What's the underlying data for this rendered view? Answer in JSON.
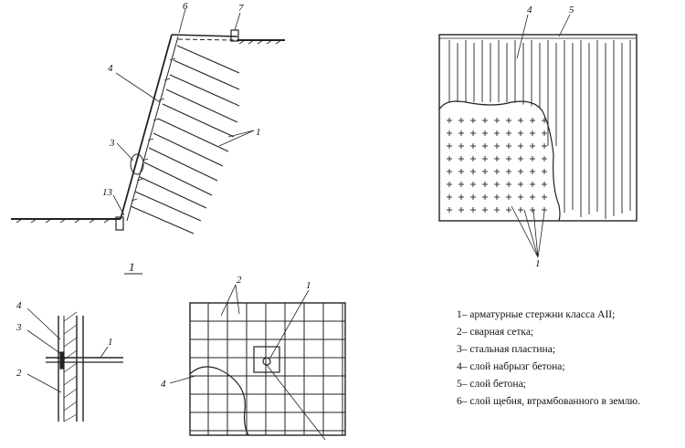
{
  "diagram": {
    "callouts": {
      "slope": {
        "n1": "1",
        "n3": "3",
        "n4": "4",
        "n6": "6",
        "n7": "7",
        "n13": "13"
      },
      "plan_top": {
        "n4": "4",
        "n5": "5",
        "n1": "1"
      },
      "anchor_section": {
        "n4": "4",
        "n3": "3",
        "n2": "2",
        "n1": "1"
      },
      "mesh_plan": {
        "n2": "2",
        "n1": "1",
        "n4": "4"
      }
    },
    "figure_label": "1"
  },
  "legend": {
    "items": [
      "1– арматурные стержни класса AII;",
      "2– сварная сетка;",
      "3– стальная пластина;",
      "4– слой набрызг бетона;",
      "5– слой бетона;",
      "6– слой щебня, втрамбованного в землю."
    ]
  }
}
